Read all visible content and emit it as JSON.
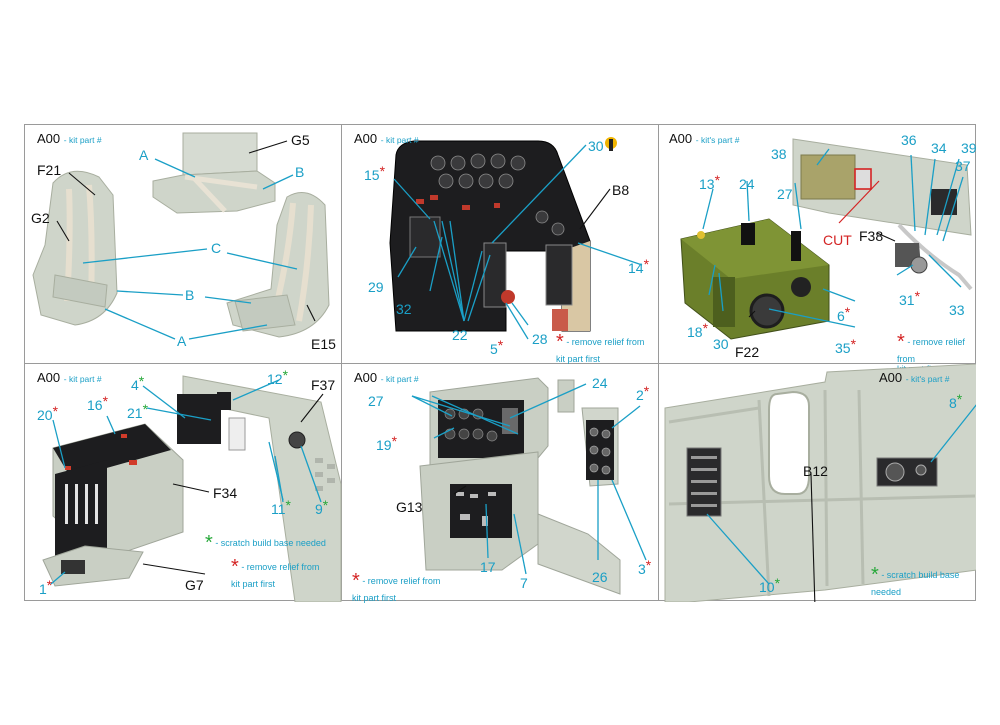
{
  "colors": {
    "label": "#1a9fc6",
    "partcode": "#111111",
    "red_asterisk": "#d42424",
    "green_asterisk": "#27a83a",
    "resin_grey": "#c9cfc4",
    "panel_black": "#1d1d1f",
    "cockpit_green": "#6b7f2a"
  },
  "panels": [
    {
      "code": "A00",
      "code_note": "- kit part #",
      "labels": {
        "A_top": "A",
        "B_top": "B",
        "C": "C",
        "B_mid": "B",
        "A_bot": "A"
      },
      "parts": {
        "G5": "G5",
        "F21": "F21",
        "G2": "G2",
        "E15": "E15"
      }
    },
    {
      "code": "A00",
      "code_note": "- kit part #",
      "labels": {
        "n30": "30",
        "n15": "15",
        "n29": "29",
        "n32": "32",
        "n22": "22",
        "n5": "5",
        "n28": "28",
        "n14": "14"
      },
      "parts": {
        "B8": "B8"
      },
      "note_red": "- remove relief from\nkit part first"
    },
    {
      "code": "A00",
      "code_note": "- kit's part #",
      "labels": {
        "n38": "38",
        "n36": "36",
        "n34": "34",
        "n39": "39",
        "n37": "37",
        "n13": "13",
        "n24": "24",
        "n27": "27",
        "n18": "18",
        "n30": "30",
        "n35": "35",
        "n6": "6",
        "n31": "31",
        "n33": "33"
      },
      "parts": {
        "F38": "F38",
        "F22": "F22"
      },
      "cut": "CUT",
      "note_red": "- remove relief from\nkit part first"
    },
    {
      "code": "A00",
      "code_note": "- kit part #",
      "labels": {
        "n4": "4",
        "n12": "12",
        "n21": "21",
        "n16": "16",
        "n20": "20",
        "n11": "11",
        "n9": "9",
        "n1": "1"
      },
      "parts": {
        "F37": "F37",
        "F34": "F34",
        "G7": "G7"
      },
      "note_green": "- scratch build base needed",
      "note_red": "- remove relief from\nkit part first"
    },
    {
      "code": "A00",
      "code_note": "- kit part #",
      "labels": {
        "n24": "24",
        "n27": "27",
        "n2": "2",
        "n19": "19",
        "n17": "17",
        "n7": "7",
        "n26": "26",
        "n3": "3"
      },
      "parts": {
        "G13": "G13"
      },
      "note_red": "- remove relief from\nkit part first"
    },
    {
      "code": "A00",
      "code_note": "- kit's part #",
      "labels": {
        "n8": "8",
        "n10": "10"
      },
      "parts": {
        "B12": "B12"
      },
      "note_green": "- scratch build base\nneeded"
    }
  ]
}
